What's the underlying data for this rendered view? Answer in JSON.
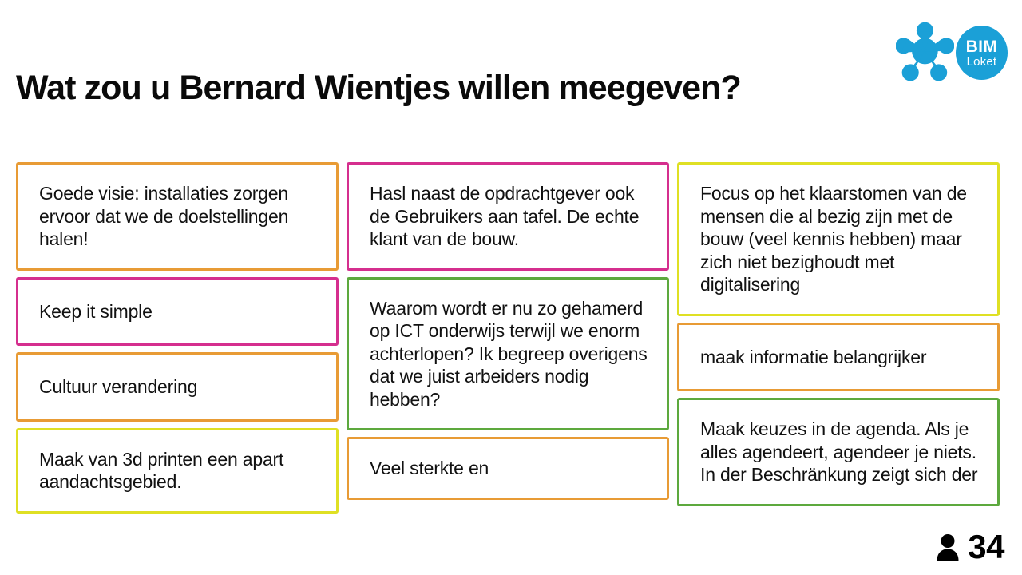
{
  "header": {
    "title": "Wat zou u Bernard Wientjes willen meegeven?",
    "logo": {
      "mark_name": "bim-loket-blob-icon",
      "badge_line1": "BIM",
      "badge_line2": "Loket",
      "brand_color": "#1BA0D7"
    }
  },
  "counter": {
    "icon": "person-icon",
    "value": "34"
  },
  "palette": {
    "orange": "#E89B35",
    "magenta": "#D52F8E",
    "yellow": "#DFE024",
    "green": "#5DA93E"
  },
  "board": {
    "columns": [
      {
        "cards": [
          {
            "text": "Goede visie: installaties zorgen ervoor dat we de doelstellingen halen!",
            "color": "orange"
          },
          {
            "text": "Keep it simple",
            "color": "magenta"
          },
          {
            "text": "Cultuur verandering",
            "color": "orange"
          },
          {
            "text": "Maak van 3d printen een apart aandachtsgebied.",
            "color": "yellow"
          }
        ]
      },
      {
        "cards": [
          {
            "text": "Hasl naast de opdrachtgever ook de Gebruikers aan tafel. De echte klant van de bouw.",
            "color": "magenta"
          },
          {
            "text": "Waarom wordt er nu zo gehamerd op ICT onderwijs terwijl we enorm achterlopen? Ik begreep overigens dat we juist arbeiders nodig hebben?",
            "color": "green"
          },
          {
            "text": "Veel sterkte en",
            "color": "orange"
          }
        ]
      },
      {
        "cards": [
          {
            "text": "Focus op het klaarstomen van de mensen die al bezig zijn met de bouw (veel kennis hebben) maar zich niet bezighoudt met digitalisering",
            "color": "yellow"
          },
          {
            "text": "maak informatie belangrijker",
            "color": "orange"
          },
          {
            "text": "Maak keuzes in de agenda. Als je alles agendeert, agendeer je niets. In der Beschränkung zeigt sich der",
            "color": "green"
          }
        ]
      }
    ]
  }
}
